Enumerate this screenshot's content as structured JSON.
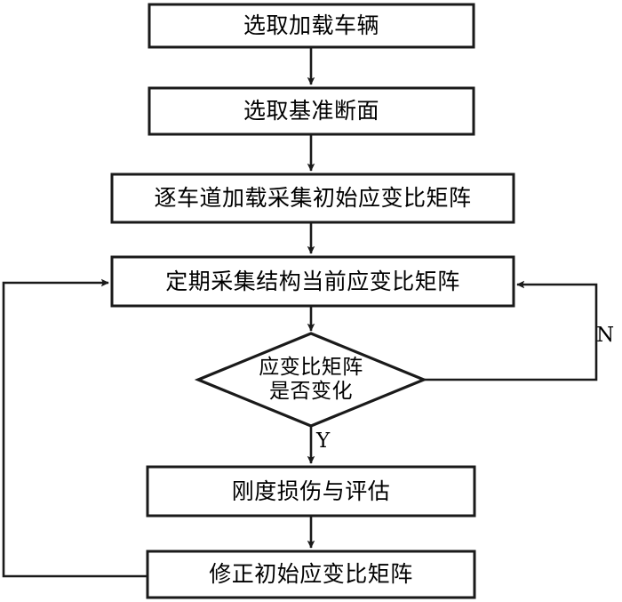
{
  "diagram": {
    "type": "flowchart",
    "orientation": "top-to-bottom",
    "background_color": "#ffffff",
    "stroke_color": "#1a1a1a",
    "text_color": "#000000",
    "nodes": [
      {
        "id": "n1",
        "shape": "rectangle",
        "label": "选取加载车辆"
      },
      {
        "id": "n2",
        "shape": "rectangle",
        "label": "选取基准断面"
      },
      {
        "id": "n3",
        "shape": "rectangle",
        "label": "逐车道加载采集初始应变比矩阵"
      },
      {
        "id": "n4",
        "shape": "rectangle",
        "label": "定期采集结构当前应变比矩阵"
      },
      {
        "id": "n5",
        "shape": "diamond",
        "label_line1": "应变比矩阵",
        "label_line2": "是否变化"
      },
      {
        "id": "n6",
        "shape": "rectangle",
        "label": "刚度损伤与评估"
      },
      {
        "id": "n7",
        "shape": "rectangle",
        "label": "修正初始应变比矩阵"
      }
    ],
    "edges": [
      {
        "from": "n1",
        "to": "n2",
        "label": ""
      },
      {
        "from": "n2",
        "to": "n3",
        "label": ""
      },
      {
        "from": "n3",
        "to": "n4",
        "label": ""
      },
      {
        "from": "n4",
        "to": "n5",
        "label": ""
      },
      {
        "from": "n5",
        "to": "n4",
        "label": "N",
        "route": "right-loop"
      },
      {
        "from": "n5",
        "to": "n6",
        "label": "Y",
        "route": "down"
      },
      {
        "from": "n6",
        "to": "n7",
        "label": ""
      },
      {
        "from": "n7",
        "to": "n4",
        "label": "",
        "route": "left-loop"
      }
    ],
    "edge_labels": {
      "no": "N",
      "yes": "Y"
    }
  }
}
